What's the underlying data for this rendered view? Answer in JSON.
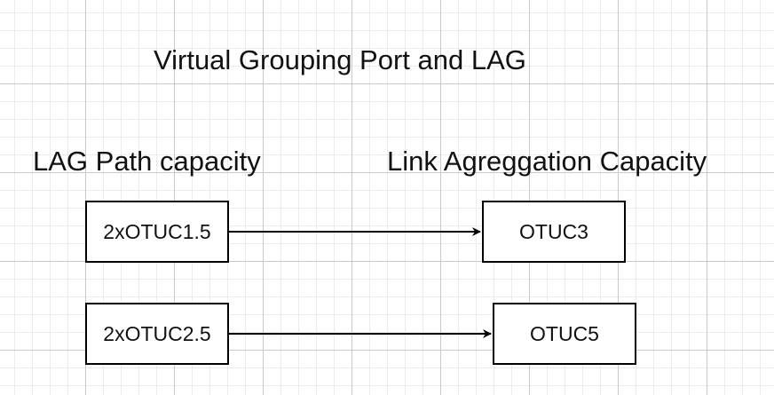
{
  "diagram": {
    "title": "Virtual Grouping Port and LAG",
    "left_heading": "LAG Path capacity",
    "right_heading": "Link Agreggation Capacity",
    "rows": [
      {
        "source": "2xOTUC1.5",
        "target": "OTUC3"
      },
      {
        "source": "2xOTUC2.5",
        "target": "OTUC5"
      }
    ]
  },
  "colors": {
    "line": "#000000",
    "grid_major": "#c9c9c9",
    "grid_minor": "#ececec",
    "background": "#ffffff"
  }
}
